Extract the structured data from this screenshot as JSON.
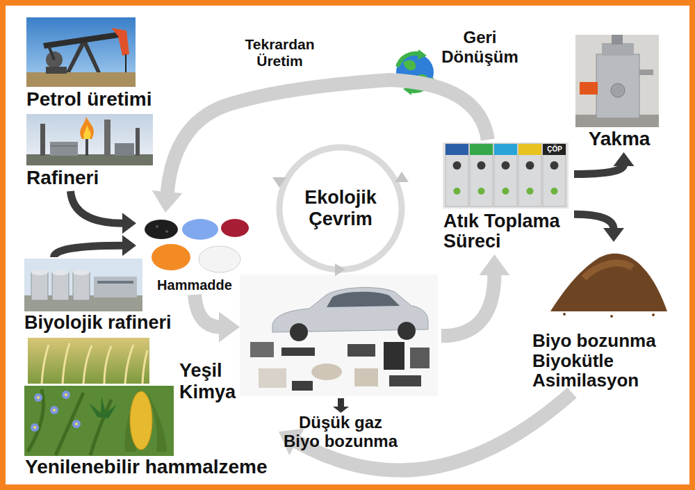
{
  "diagram": {
    "nodes": [
      {
        "text": [
          "Petrol üretimi"
        ]
      },
      {
        "text": [
          "Rafineri"
        ]
      },
      {
        "text": [
          "Hammadde"
        ]
      },
      {
        "text": [
          "Biyolojik rafineri"
        ]
      },
      {
        "text": [
          "Yenilenebilir hammalzeme"
        ]
      },
      {
        "text": [
          "Düşük gaz Biyo bozunma"
        ]
      },
      {
        "text": [
          "Atık Toplama Süreci"
        ]
      },
      {
        "text": [
          "Yakma"
        ]
      },
      {
        "text": [
          "Biyo bozunma Biyokütle Asimilasyon"
        ]
      }
    ],
    "edges": [
      {
        "from": 1,
        "to": 2,
        "arrow": "to"
      },
      {
        "from": 3,
        "to": 2,
        "arrow": "to"
      },
      {
        "from": 2,
        "to": 5,
        "arrow": "to"
      },
      {
        "from": 5,
        "to": 6,
        "arrow": "to"
      },
      {
        "from": 6,
        "to": 7,
        "arrow": "to"
      },
      {
        "from": 6,
        "to": 8,
        "arrow": "to"
      },
      {
        "from": 8,
        "to": 4,
        "arrow": "to"
      },
      {
        "from": 6,
        "to": 2,
        "arrow": "to"
      }
    ],
    "labels": [
      "Tekrardan Üretim",
      "Geri Dönüşüm",
      "Ekolojik Çevrim",
      "Yeşil Kimya",
      "ÇÖP"
    ]
  }
}
